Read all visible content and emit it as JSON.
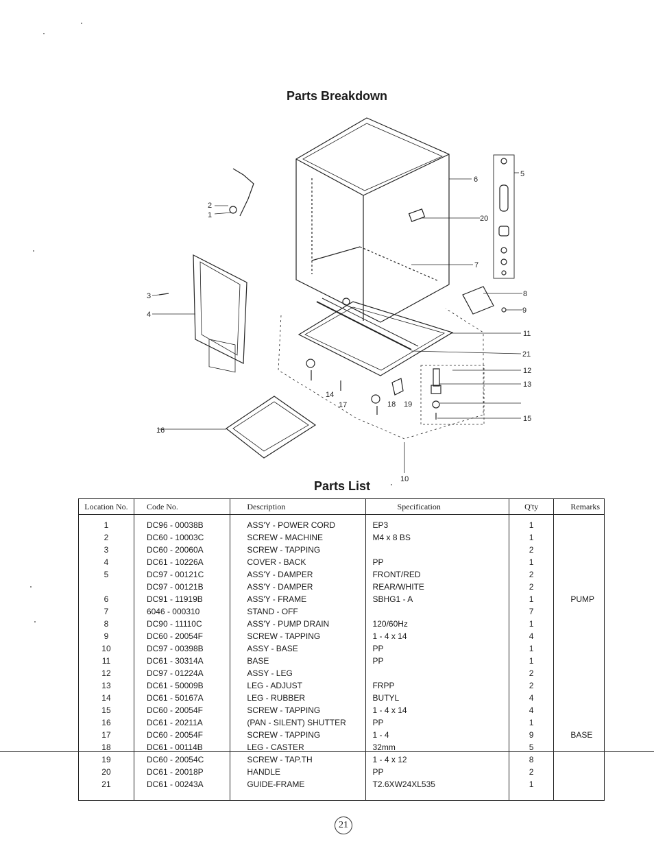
{
  "titles": {
    "breakdown": "Parts Breakdown",
    "list": "Parts List"
  },
  "callouts": [
    "1",
    "2",
    "3",
    "4",
    "5",
    "6",
    "7",
    "8",
    "9",
    "10",
    "11",
    "12",
    "13",
    "14",
    "15",
    "16",
    "17",
    "18",
    "19",
    "20",
    "21"
  ],
  "table": {
    "headers": {
      "location": "Location No.",
      "code": "Code No.",
      "description": "Description",
      "specification": "Specification",
      "qty": "Q'ty",
      "remarks": "Remarks"
    },
    "rows": [
      {
        "loc": "1",
        "code": "DC96 - 00038B",
        "desc": "ASS'Y - POWER CORD",
        "spec": "EP3",
        "qty": "1",
        "rem": ""
      },
      {
        "loc": "2",
        "code": "DC60 - 10003C",
        "desc": "SCREW - MACHINE",
        "spec": "M4 x 8  BS",
        "qty": "1",
        "rem": ""
      },
      {
        "loc": "3",
        "code": "DC60 - 20060A",
        "desc": "SCREW - TAPPING",
        "spec": "",
        "qty": "2",
        "rem": ""
      },
      {
        "loc": "4",
        "code": "DC61 - 10226A",
        "desc": "COVER - BACK",
        "spec": "PP",
        "qty": "1",
        "rem": ""
      },
      {
        "loc": "5",
        "code": "DC97 - 00121C",
        "desc": "ASS'Y - DAMPER",
        "spec": "FRONT/RED",
        "qty": "2",
        "rem": ""
      },
      {
        "loc": "",
        "code": "DC97 - 00121B",
        "desc": "ASS'Y - DAMPER",
        "spec": "REAR/WHITE",
        "qty": "2",
        "rem": ""
      },
      {
        "loc": "6",
        "code": "DC91 - 11919B",
        "desc": "ASS'Y - FRAME",
        "spec": "SBHG1 - A",
        "qty": "1",
        "rem": "PUMP"
      },
      {
        "loc": "7",
        "code": "6046 - 000310",
        "desc": "STAND - OFF",
        "spec": "",
        "qty": "7",
        "rem": ""
      },
      {
        "loc": "8",
        "code": "DC90 - 11110C",
        "desc": "ASS'Y - PUMP DRAIN",
        "spec": "120/60Hz",
        "qty": "1",
        "rem": ""
      },
      {
        "loc": "9",
        "code": "DC60 - 20054F",
        "desc": "SCREW - TAPPING",
        "spec": "1 - 4 x 14",
        "qty": "4",
        "rem": ""
      },
      {
        "loc": "10",
        "code": "DC97 - 00398B",
        "desc": "ASSY - BASE",
        "spec": "PP",
        "qty": "1",
        "rem": ""
      },
      {
        "loc": "11",
        "code": "DC61 - 30314A",
        "desc": "BASE",
        "spec": "PP",
        "qty": "1",
        "rem": ""
      },
      {
        "loc": "12",
        "code": "DC97 - 01224A",
        "desc": "ASSY - LEG",
        "spec": "",
        "qty": "2",
        "rem": ""
      },
      {
        "loc": "13",
        "code": "DC61 - 50009B",
        "desc": "LEG - ADJUST",
        "spec": "FRPP",
        "qty": "2",
        "rem": ""
      },
      {
        "loc": "14",
        "code": "DC61 - 50167A",
        "desc": "LEG - RUBBER",
        "spec": "BUTYL",
        "qty": "4",
        "rem": ""
      },
      {
        "loc": "15",
        "code": "DC60 - 20054F",
        "desc": "SCREW - TAPPING",
        "spec": "1 - 4 x 14",
        "qty": "4",
        "rem": ""
      },
      {
        "loc": "16",
        "code": "DC61 - 20211A",
        "desc": "(PAN - SILENT) SHUTTER",
        "spec": "PP",
        "qty": "1",
        "rem": ""
      },
      {
        "loc": "17",
        "code": "DC60 - 20054F",
        "desc": "SCREW - TAPPING",
        "spec": "1 - 4",
        "qty": "9",
        "rem": "BASE"
      },
      {
        "loc": "18",
        "code": "DC61 - 00114B",
        "desc": "LEG - CASTER",
        "spec": "32mm",
        "qty": "5",
        "rem": ""
      },
      {
        "loc": "19",
        "code": "DC60 - 20054C",
        "desc": "SCREW - TAP.TH",
        "spec": "1 - 4 x 12",
        "qty": "8",
        "rem": ""
      },
      {
        "loc": "20",
        "code": "DC61 - 20018P",
        "desc": "HANDLE",
        "spec": "PP",
        "qty": "2",
        "rem": ""
      },
      {
        "loc": "21",
        "code": "DC61 - 00243A",
        "desc": "GUIDE-FRAME",
        "spec": "T2.6XW24XL535",
        "qty": "1",
        "rem": ""
      }
    ]
  },
  "page_number": "21"
}
